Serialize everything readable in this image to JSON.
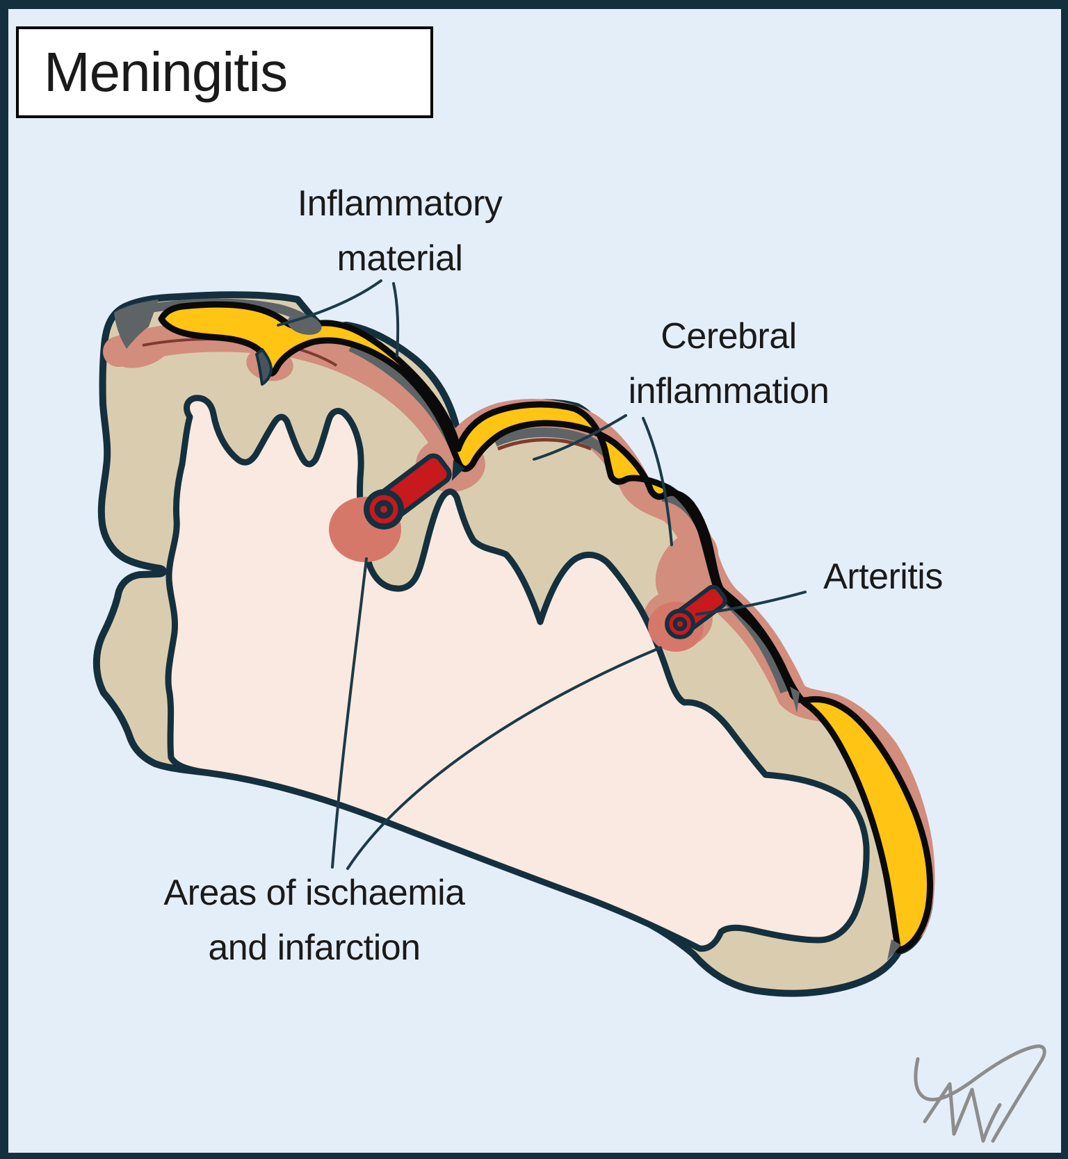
{
  "title": "Meningitis",
  "labels": {
    "inflammatory_material": {
      "line1": "Inflammatory",
      "line2": "material"
    },
    "cerebral_inflammation": {
      "line1": "Cerebral",
      "line2": "inflammation"
    },
    "arteritis": {
      "label": "Arteritis"
    },
    "ischaemia_infarction": {
      "line1": "Areas of ischaemia",
      "line2": "and infarction"
    }
  },
  "figure": {
    "subject": "Brain cortex cross-section illustrating meningitis",
    "features": [
      "inflammatory material (yellow subarachnoid exudate)",
      "cerebral inflammation (pink cortical band)",
      "arteritis (red arteries in sulci)",
      "areas of ischaemia and infarction (salmon patches)"
    ],
    "signature_icon": "signature-scribble"
  },
  "colors": {
    "background": "#E4EEF9",
    "frame": "#14303E",
    "outline": "#14303E",
    "tan": "#DACDAF",
    "cream": "#F9E9E0",
    "pink": "#D28D7D",
    "ischaemia": "#D5786A",
    "yellow": "#FFC414",
    "yellow_outline": "#0A0A0A",
    "gray": "#5E6366",
    "maroon": "#7E3B31",
    "artery_red": "#C8191C",
    "leader": "#1C3A47",
    "text": "#1A1A1A",
    "signature": "#8D8D8D",
    "title_box_bg": "#FFFFFF",
    "title_box_border": "#000000"
  }
}
